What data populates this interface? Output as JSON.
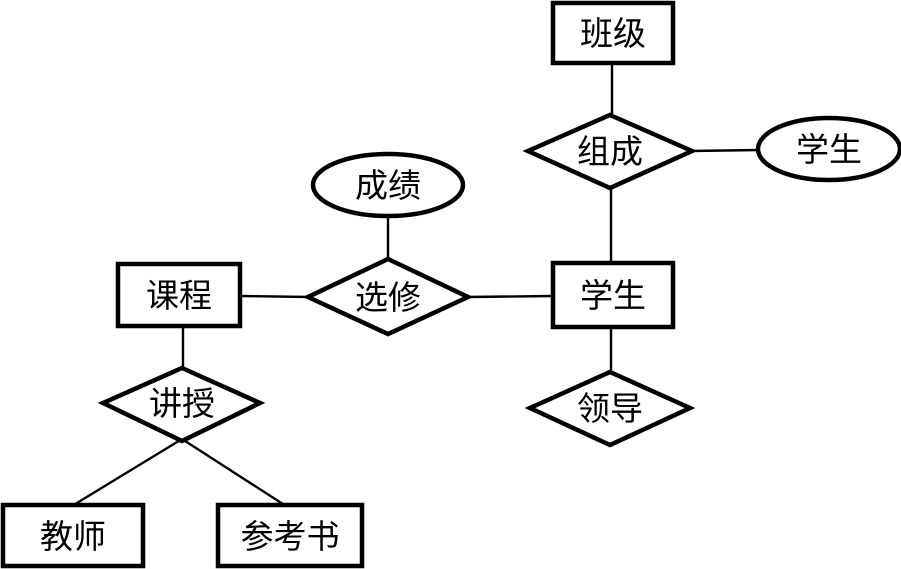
{
  "diagram": {
    "kind": "er-diagram",
    "background_color": "#ffffff",
    "line_color": "#000000",
    "entities": [
      {
        "id": "banji",
        "label": "班级",
        "shape": "rectangle"
      },
      {
        "id": "xuesheng",
        "label": "学生",
        "shape": "rectangle"
      },
      {
        "id": "kecheng",
        "label": "课程",
        "shape": "rectangle"
      },
      {
        "id": "jiaoshi",
        "label": "教师",
        "shape": "rectangle"
      },
      {
        "id": "cankaoshu",
        "label": "参考书",
        "shape": "rectangle"
      }
    ],
    "relationships": [
      {
        "id": "zucheng",
        "label": "组成",
        "shape": "diamond"
      },
      {
        "id": "xuanxiu",
        "label": "选修",
        "shape": "diamond"
      },
      {
        "id": "jiangshou",
        "label": "讲授",
        "shape": "diamond"
      },
      {
        "id": "lingdao",
        "label": "领导",
        "shape": "diamond"
      }
    ],
    "attributes": [
      {
        "id": "chengji",
        "label": "成绩",
        "shape": "ellipse"
      },
      {
        "id": "xuesheng_attr",
        "label": "学生",
        "shape": "ellipse"
      }
    ],
    "connections": [
      {
        "from": "banji",
        "to": "zucheng"
      },
      {
        "from": "zucheng",
        "to": "xuesheng_attr"
      },
      {
        "from": "zucheng",
        "to": "xuesheng"
      },
      {
        "from": "chengji",
        "to": "xuanxiu"
      },
      {
        "from": "kecheng",
        "to": "xuanxiu"
      },
      {
        "from": "xuanxiu",
        "to": "xuesheng"
      },
      {
        "from": "xuesheng",
        "to": "lingdao"
      },
      {
        "from": "kecheng",
        "to": "jiangshou"
      },
      {
        "from": "jiangshou",
        "to": "jiaoshi"
      },
      {
        "from": "jiangshou",
        "to": "cankaoshu"
      }
    ]
  }
}
